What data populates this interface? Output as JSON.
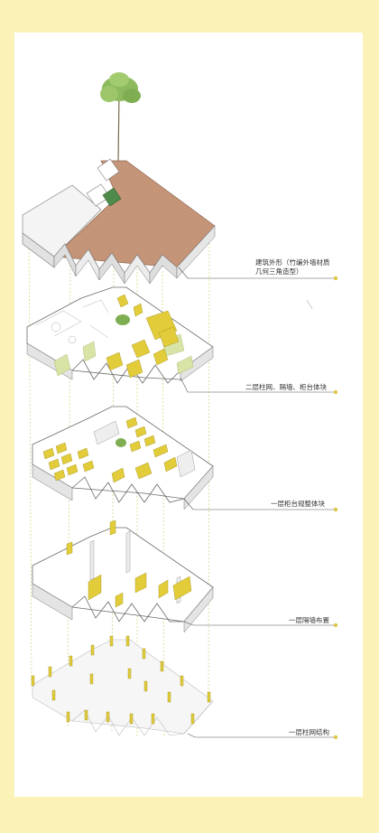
{
  "labels": {
    "envelope_line1": "建筑外形（竹编外墙材质",
    "envelope_line2": "几何三角造型）",
    "second_floor": "二层柱网、隔墙、柜台体块",
    "first_floor_counters": "一层柜台规整体块",
    "first_floor_partitions": "一层隔墙布置",
    "first_floor_columns": "一层柱网结构"
  },
  "colors": {
    "background": "#fbf2b8",
    "sheet": "#ffffff",
    "roof": "#c8977a",
    "counter_yellow": "#e2cc3a",
    "partition_green": "#d8e4a6",
    "guide_line": "#d9d48a",
    "leader_line": "#555555",
    "leader_dot": "#e0c64a",
    "tree": "#8dba5e"
  }
}
